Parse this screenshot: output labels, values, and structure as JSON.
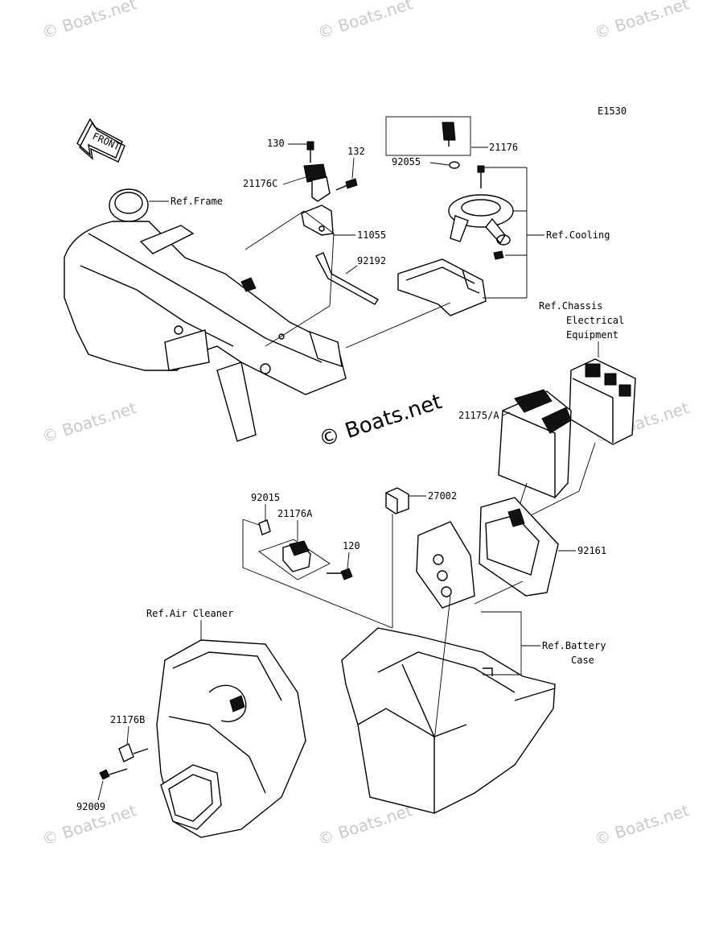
{
  "diagram_code": "E1530",
  "front_arrow_label": "FRONT",
  "watermark": "© Boats.net",
  "center_watermark": "© Boats.net",
  "labels": {
    "p130": "130",
    "p132": "132",
    "p21176C": "21176C",
    "p11055": "11055",
    "p92192": "92192",
    "p21176": "21176",
    "p92055": "92055",
    "ref_frame": "Ref.Frame",
    "ref_cooling": "Ref.Cooling",
    "ref_chassis_1": "Ref.Chassis",
    "ref_chassis_2": "Electrical",
    "ref_chassis_3": "Equipment",
    "p21175A": "21175/A",
    "p92015": "92015",
    "p21176A": "21176A",
    "p27002": "27002",
    "p120": "120",
    "p92161": "92161",
    "ref_air_cleaner": "Ref.Air Cleaner",
    "ref_battery_1": "Ref.Battery",
    "ref_battery_2": "Case",
    "p21176B": "21176B",
    "p92009": "92009"
  }
}
